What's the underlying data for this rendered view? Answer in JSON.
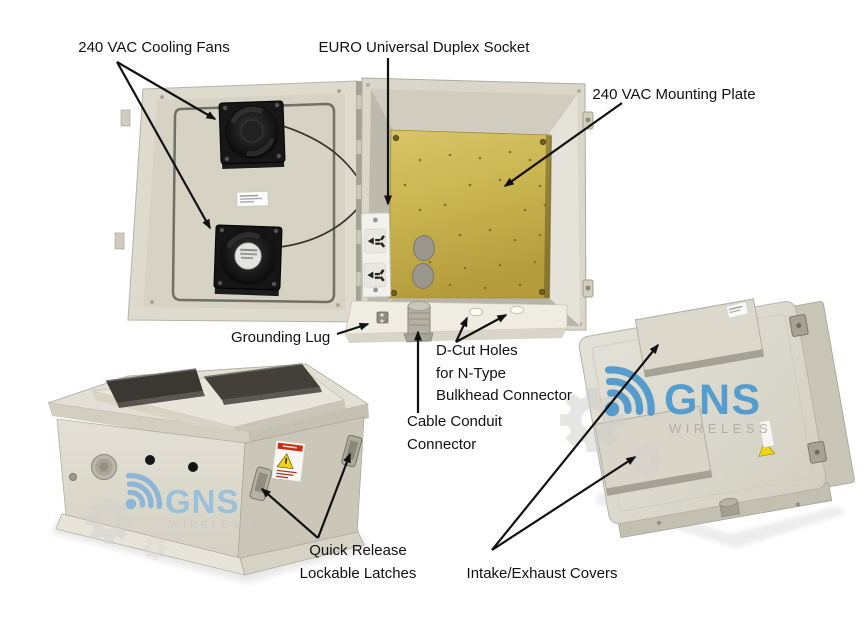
{
  "brand": {
    "name": "GNS",
    "subtitle": "WIRELESS"
  },
  "labels": {
    "cooling_fans": "240 VAC Cooling Fans",
    "duplex_socket": "EURO Universal Duplex Socket",
    "mounting_plate": "240 VAC Mounting Plate",
    "grounding_lug": "Grounding Lug",
    "dcut_holes": "D-Cut Holes\nfor N-Type\nBulkhead Connector",
    "cable_conduit": "Cable Conduit\nConnector",
    "quick_release": "Quick Release\nLockable Latches",
    "intake_exhaust": "Intake/Exhaust Covers"
  },
  "colors": {
    "background": "#ffffff",
    "annotation_text": "#111111",
    "enclosure_body": "#dcd9cc",
    "mounting_plate_gold": "#c9b44f",
    "brand_blue": "#3e91cc",
    "brand_gray": "#a8a8a6",
    "warning_red": "#cc2c14",
    "warning_yellow": "#f0d414"
  }
}
